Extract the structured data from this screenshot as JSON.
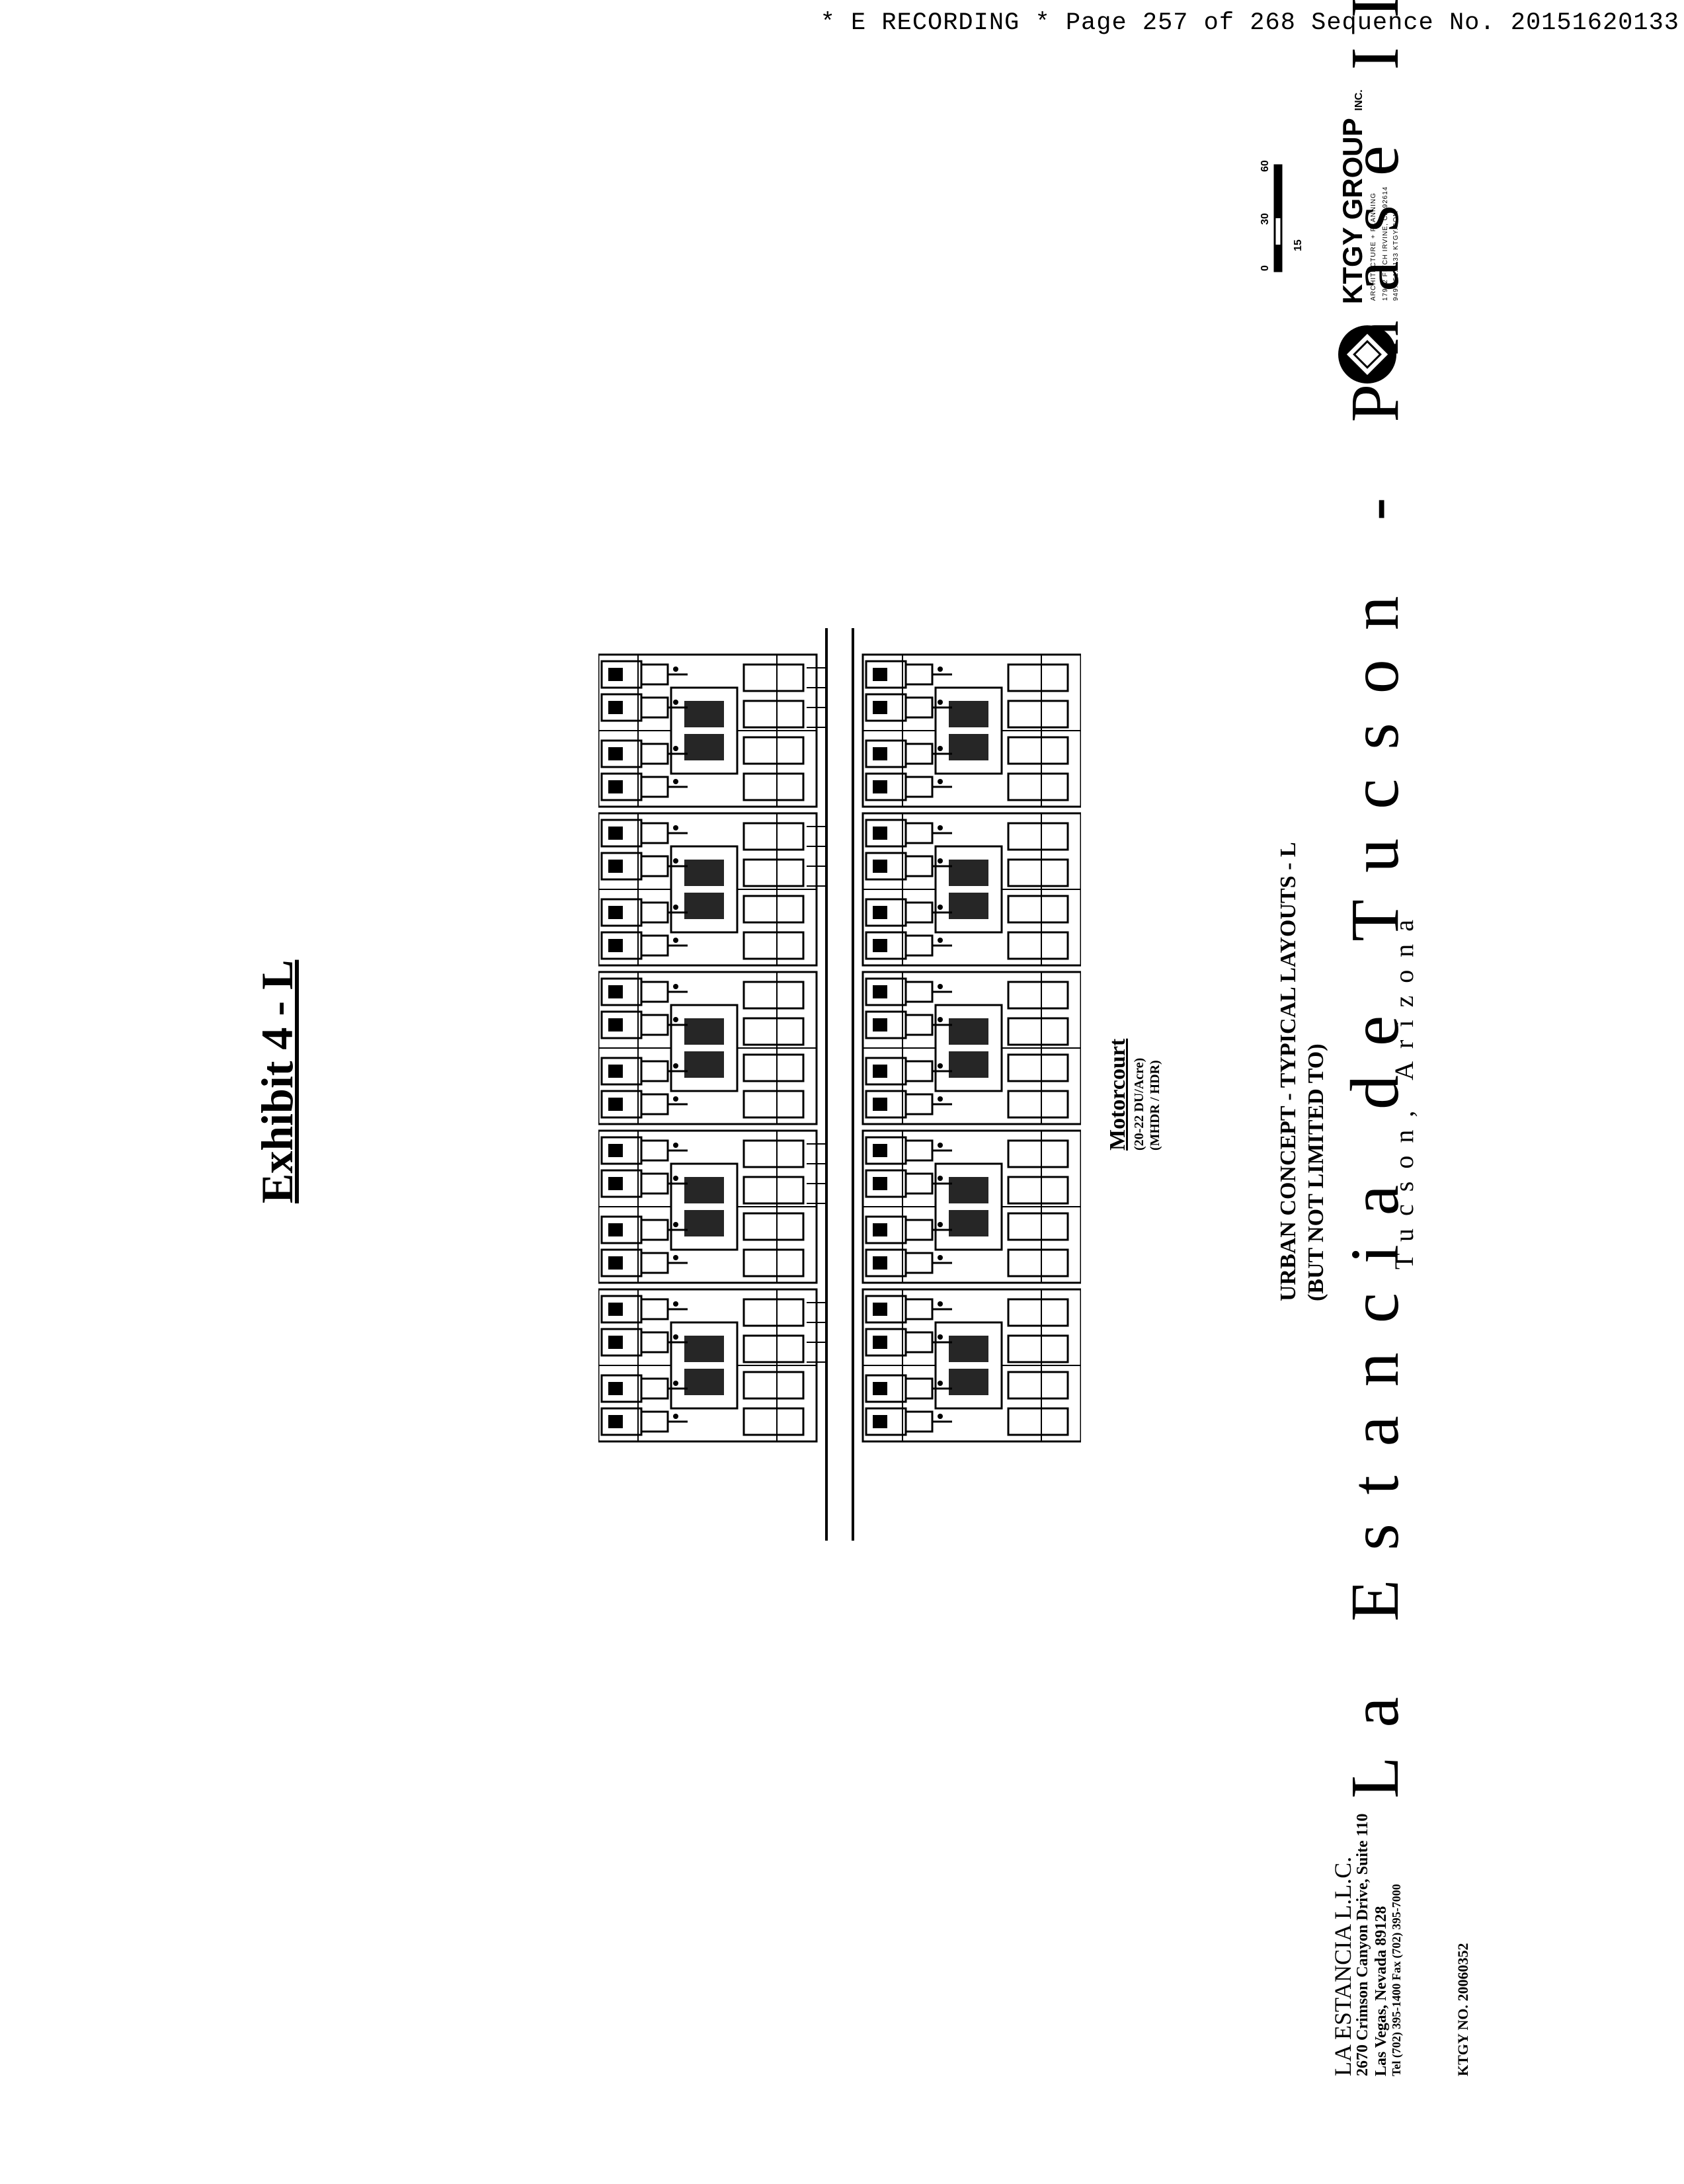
{
  "header": {
    "recording_line": "* E RECORDING * Page 257 of 268 Sequence No. 20151620133"
  },
  "exhibit": {
    "title": "Exhibit 4 - L"
  },
  "plan": {
    "motorcourt_title": "Motorcourt",
    "motorcourt_density": "(20-22 DU/Acre)",
    "motorcourt_zone": "(MHDR / HDR)"
  },
  "concept": {
    "line1": "URBAN CONCEPT - TYPICAL LAYOUTS - L",
    "line2": "(BUT NOT LIMITED TO)"
  },
  "project": {
    "title": "La Estancia de Tucson - Phase II",
    "location": "Tucson, Arizona"
  },
  "client": {
    "name": "LA ESTANCIA L.L.C.",
    "address1": "2670 Crimson Canyon Drive, Suite 110",
    "address2": "Las Vegas, Nevada 89128",
    "tel": "Tel (702) 395-1400   Fax (702) 395-7000"
  },
  "ktgy": {
    "number": "KTGY NO. 20060352",
    "firm_name": "KTGY GROUP",
    "firm_suffix": "INC.",
    "firm_sub1": "ARCHITECTURE + PLANNING",
    "firm_sub2": "17922 FITCH IRVINE, CA 92614",
    "firm_sub3": "949.851.2133  KTGY.COM"
  },
  "scale": {
    "ticks": [
      "0",
      "30",
      "60"
    ],
    "minor": "15"
  }
}
